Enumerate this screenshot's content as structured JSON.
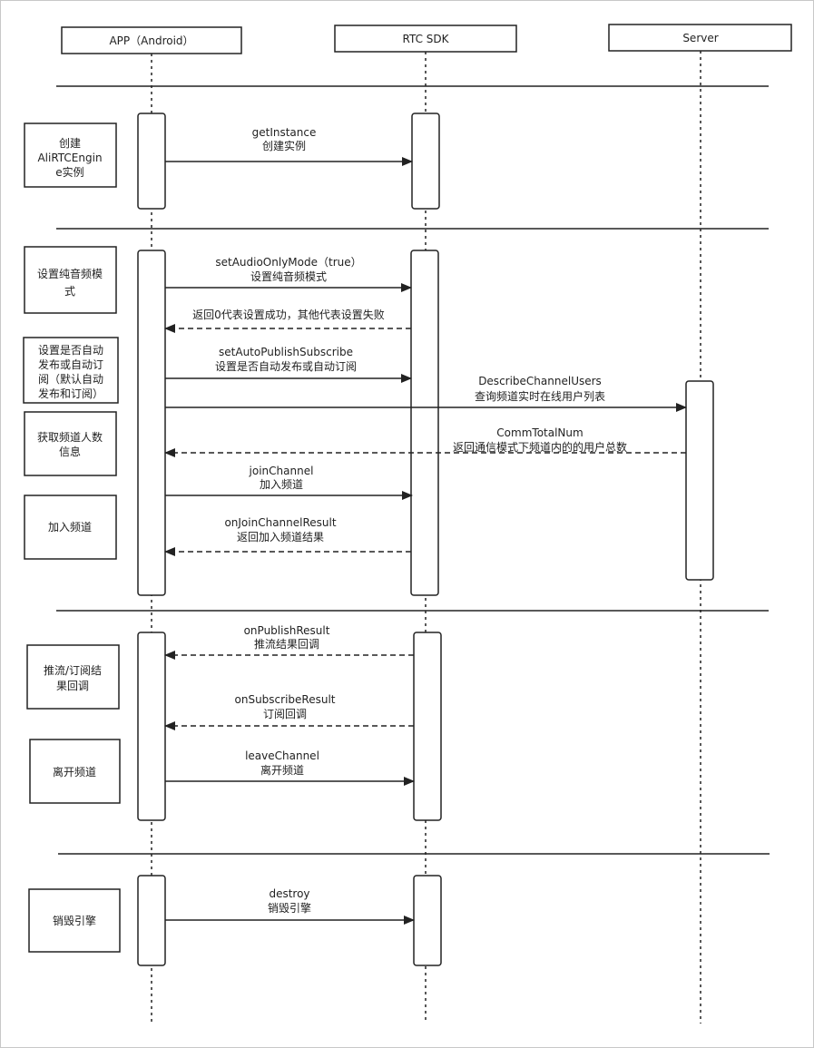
{
  "participants": [
    {
      "id": "app",
      "label": "APP（Android）"
    },
    {
      "id": "sdk",
      "label": "RTC SDK"
    },
    {
      "id": "server",
      "label": "Server"
    }
  ],
  "notes": [
    {
      "id": "create",
      "lines": [
        "创建",
        "AliRTCEngin",
        "e实例"
      ]
    },
    {
      "id": "audio-only",
      "lines": [
        "设置纯音频模",
        "式"
      ]
    },
    {
      "id": "auto-publish",
      "lines": [
        "设置是否自动",
        "发布或自动订",
        "阅（默认自动",
        "发布和订阅）"
      ]
    },
    {
      "id": "user-count",
      "lines": [
        "获取频道人数",
        "信息"
      ]
    },
    {
      "id": "join",
      "lines": [
        "加入频道"
      ]
    },
    {
      "id": "publish-result",
      "lines": [
        "推流/订阅结",
        "果回调"
      ]
    },
    {
      "id": "leave",
      "lines": [
        "离开频道"
      ]
    },
    {
      "id": "destroy",
      "lines": [
        "销毁引擎"
      ]
    }
  ],
  "messages": [
    {
      "id": "getinstance",
      "from": "app",
      "to": "sdk",
      "style": "solid",
      "lines": [
        "getInstance",
        "创建实例"
      ]
    },
    {
      "id": "setaudioonly",
      "from": "app",
      "to": "sdk",
      "style": "solid",
      "lines": [
        "setAudioOnlyMode（true）",
        "设置纯音频模式"
      ]
    },
    {
      "id": "return0",
      "from": "sdk",
      "to": "app",
      "style": "dashed",
      "lines": [
        "返回0代表设置成功，其他代表设置失败"
      ]
    },
    {
      "id": "setautopublish",
      "from": "app",
      "to": "sdk",
      "style": "solid",
      "lines": [
        "setAutoPublishSubscribe",
        "设置是否自动发布或自动订阅"
      ]
    },
    {
      "id": "describechannelusers",
      "from": "app",
      "to": "server",
      "style": "solid",
      "lines": [
        "DescribeChannelUsers",
        "查询频道实时在线用户列表"
      ]
    },
    {
      "id": "commtotalnum",
      "from": "server",
      "to": "app",
      "style": "dashed",
      "lines": [
        "CommTotalNum",
        "返回通信模式下频道内的的用户总数"
      ]
    },
    {
      "id": "joinchannel",
      "from": "app",
      "to": "sdk",
      "style": "solid",
      "lines": [
        "joinChannel",
        "加入频道"
      ]
    },
    {
      "id": "onjoinchannelresult",
      "from": "sdk",
      "to": "app",
      "style": "dashed",
      "lines": [
        "onJoinChannelResult",
        "返回加入频道结果"
      ]
    },
    {
      "id": "onpublishresult",
      "from": "sdk",
      "to": "app",
      "style": "dashed",
      "lines": [
        "onPublishResult",
        "推流结果回调"
      ]
    },
    {
      "id": "onsubscriberesult",
      "from": "sdk",
      "to": "app",
      "style": "dashed",
      "lines": [
        "onSubscribeResult",
        "订阅回调"
      ]
    },
    {
      "id": "leavechannel",
      "from": "app",
      "to": "sdk",
      "style": "solid",
      "lines": [
        "leaveChannel",
        "离开频道"
      ]
    },
    {
      "id": "destroy",
      "from": "app",
      "to": "sdk",
      "style": "solid",
      "lines": [
        "destroy",
        "销毁引擎"
      ]
    }
  ]
}
